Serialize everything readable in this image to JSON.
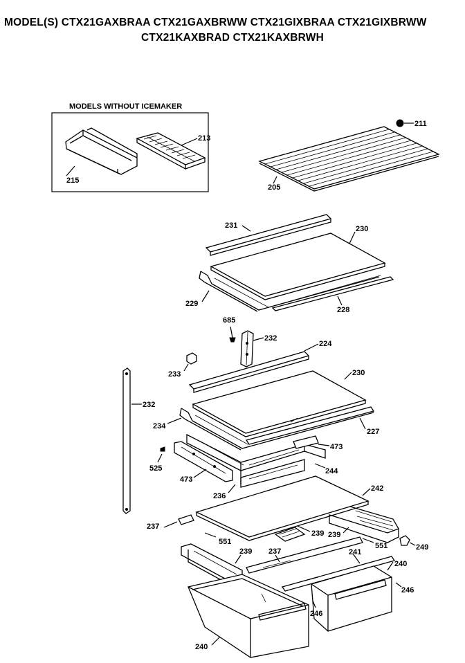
{
  "header": {
    "line1": "MODEL(S) CTX21GAXBRAA  CTX21GAXBRWW  CTX21GIXBRAA  CTX21GIXBRWW",
    "line2": "CTX21KAXBRAD  CTX21KAXBRWH"
  },
  "inset": {
    "title": "MODELS WITHOUT ICEMAKER"
  },
  "callouts": {
    "c211": "211",
    "c213": "213",
    "c215": "215",
    "c205": "205",
    "c231": "231",
    "c230a": "230",
    "c229": "229",
    "c228": "228",
    "c685": "685",
    "c232a": "232",
    "c224": "224",
    "c233": "233",
    "c230b": "230",
    "c232b": "232",
    "c234": "234",
    "c227": "227",
    "c473a": "473",
    "c525": "525",
    "c473b": "473",
    "c244": "244",
    "c236": "236",
    "c242": "242",
    "c237a": "237",
    "c239a": "239",
    "c551a": "551",
    "c239b": "239",
    "c249": "249",
    "c239c": "239",
    "c237b": "237",
    "c241": "241",
    "c551b": "551",
    "c240a": "240",
    "c246a": "246",
    "c246b": "246",
    "c240b": "240"
  }
}
